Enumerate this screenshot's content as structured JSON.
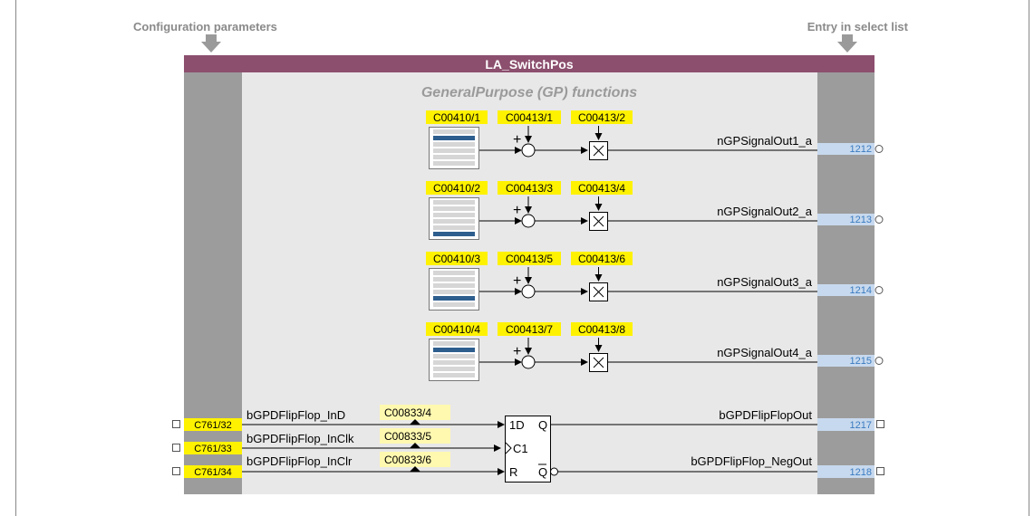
{
  "headers": {
    "left": "Configuration parameters",
    "right": "Entry in select list"
  },
  "block": {
    "title": "LA_SwitchPos",
    "subtitle": "GeneralPurpose (GP) functions"
  },
  "gp_rows": [
    {
      "selector_code": "C00410/1",
      "offset_code": "C00413/1",
      "gain_code": "C00413/2",
      "output": "nGPSignalOut1_a",
      "select_no": "1212",
      "selected_index": 1
    },
    {
      "selector_code": "C00410/2",
      "offset_code": "C00413/3",
      "gain_code": "C00413/4",
      "output": "nGPSignalOut2_a",
      "select_no": "1213",
      "selected_index": 5
    },
    {
      "selector_code": "C00410/3",
      "offset_code": "C00413/5",
      "gain_code": "C00413/6",
      "output": "nGPSignalOut3_a",
      "select_no": "1214",
      "selected_index": 4
    },
    {
      "selector_code": "C00410/4",
      "offset_code": "C00413/7",
      "gain_code": "C00413/8",
      "output": "nGPSignalOut4_a",
      "select_no": "1215",
      "selected_index": 1
    }
  ],
  "flipflop": {
    "inputs": [
      {
        "config": "C761/32",
        "label": "bGPDFlipFlop_InD",
        "code": "C00833/4",
        "pin": "1D"
      },
      {
        "config": "C761/33",
        "label": "bGPDFlipFlop_InClk",
        "code": "C00833/5",
        "pin": "C1"
      },
      {
        "config": "C761/34",
        "label": "bGPDFlipFlop_InClr",
        "code": "C00833/6",
        "pin": "R"
      }
    ],
    "outputs": [
      {
        "label": "bGPDFlipFlopOut",
        "pin": "Q",
        "select_no": "1217"
      },
      {
        "label": "bGPDFlipFlop_NegOut",
        "pin": "Q",
        "select_no": "1218"
      }
    ]
  },
  "symbols": {
    "plus": "+",
    "multiply": "×"
  },
  "colors": {
    "title_bar": "#8c4f6e",
    "side_column": "#9c9c9c",
    "block_body": "#e8e8e8",
    "code_label": "#fff200",
    "select_bar": "#c7d9ee",
    "select_text": "#3a7bc0",
    "selector_highlight": "#2e5e8e"
  }
}
